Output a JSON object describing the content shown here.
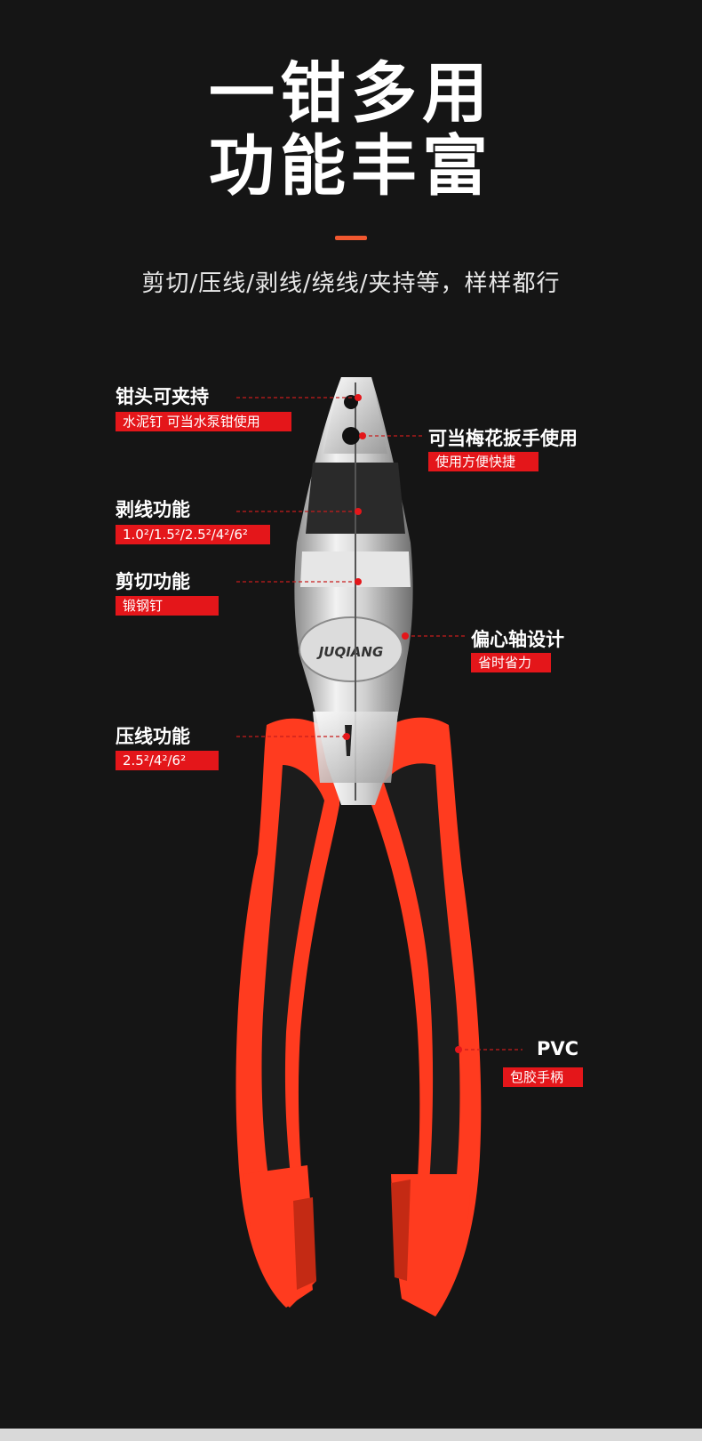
{
  "heading": {
    "line1": "一钳多用",
    "line2": "功能丰富"
  },
  "subtitle": "剪切/压线/剥线/绕线/夹持等，样样都行",
  "brand": "JUQIANG",
  "features": [
    {
      "title": "钳头可夹持",
      "badge": "水泥钉 可当水泵钳使用"
    },
    {
      "title": "可当梅花扳手使用",
      "badge": "使用方便快捷"
    },
    {
      "title": "剥线功能",
      "badge": "1.0²/1.5²/2.5²/4²/6²"
    },
    {
      "title": "剪切功能",
      "badge": "锻钢钉"
    },
    {
      "title": "偏心轴设计",
      "badge": "省时省力"
    },
    {
      "title": "压线功能",
      "badge": "2.5²/4²/6²"
    },
    {
      "title": "PVC",
      "badge": "包胶手柄"
    }
  ],
  "colors": {
    "background": "#151515",
    "accent": "#f0572f",
    "badge": "#e4161a",
    "handle_red": "#ff3b1f",
    "handle_black": "#1c1c1c"
  }
}
